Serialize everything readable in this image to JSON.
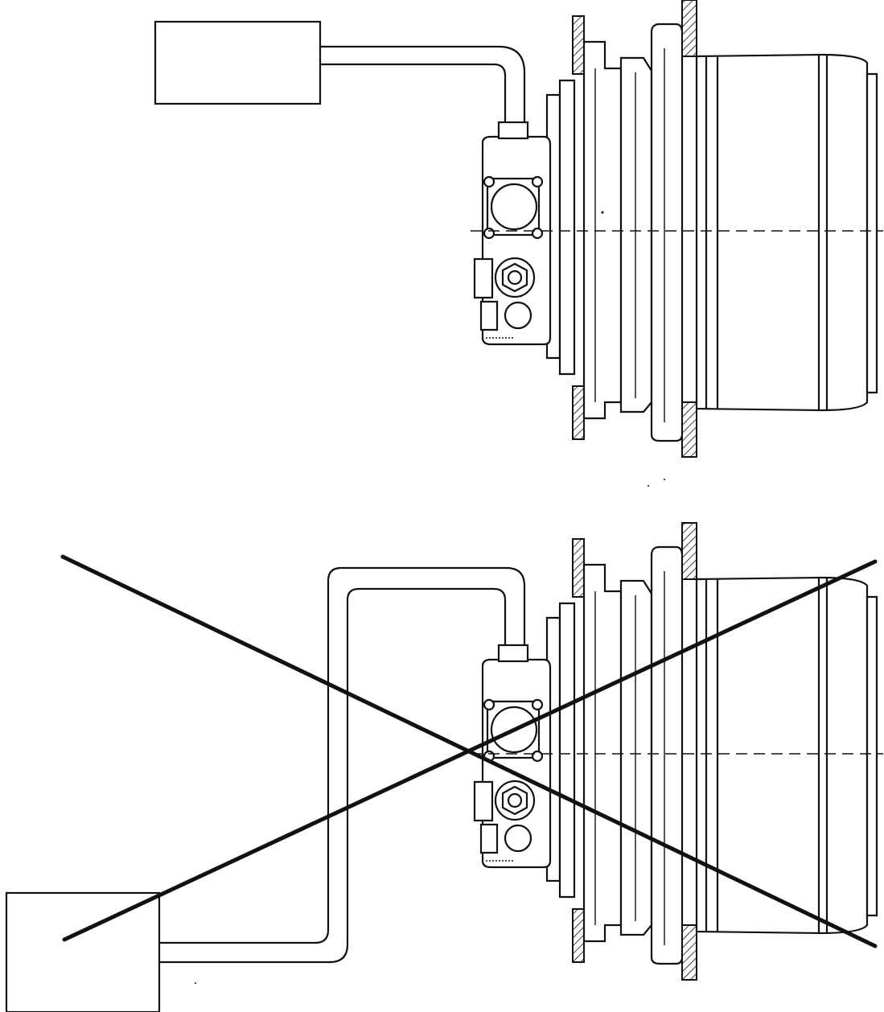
{
  "figure": {
    "panels": [
      {
        "id": "top",
        "variant": "correct"
      },
      {
        "id": "bottom",
        "variant": "incorrect"
      }
    ],
    "components": {
      "tank": "tank-box",
      "hose": "drain-hose",
      "motor": "travel-motor",
      "flange": "frame-flange"
    },
    "colors": {
      "ink": "#111111",
      "paper": "#ffffff"
    }
  }
}
